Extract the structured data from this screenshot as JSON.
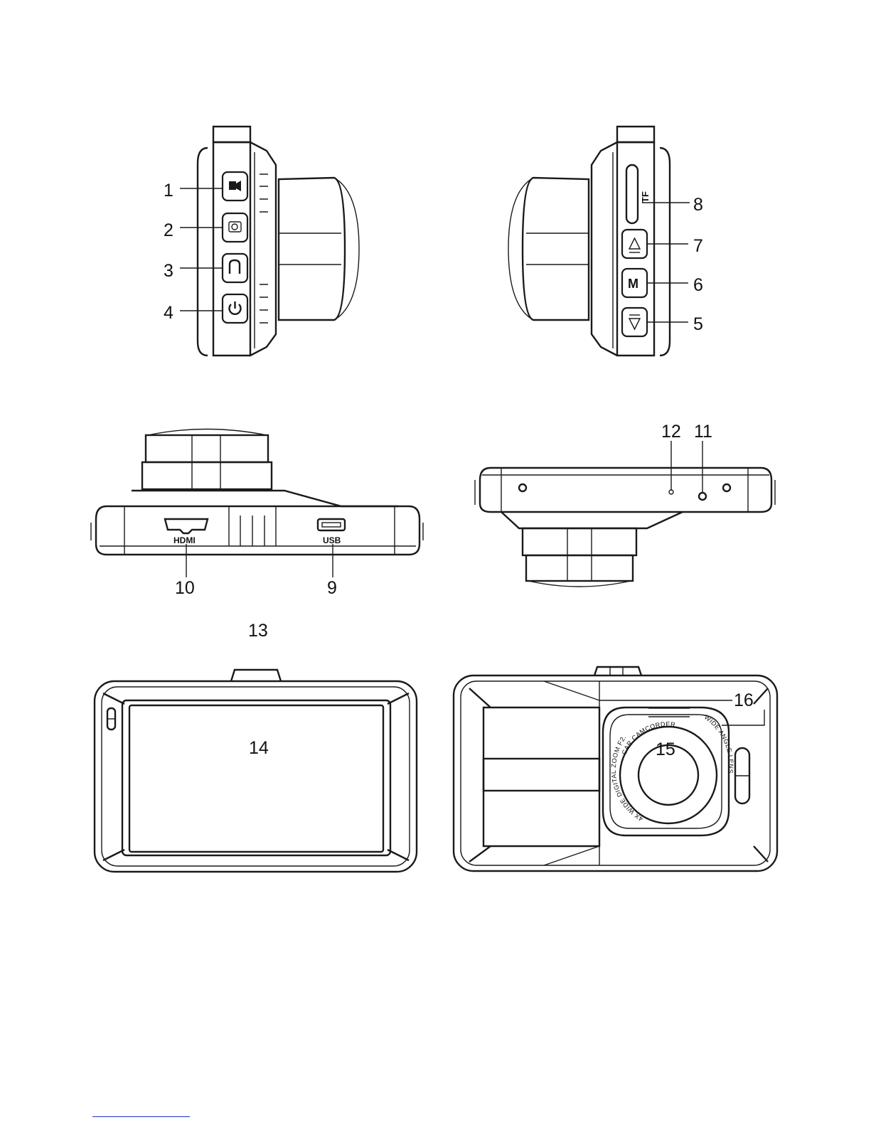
{
  "callouts": {
    "n1": "1",
    "n2": "2",
    "n3": "3",
    "n4": "4",
    "n5": "5",
    "n6": "6",
    "n7": "7",
    "n8": "8",
    "n9": "9",
    "n10": "10",
    "n11": "11",
    "n12": "12",
    "n13": "13",
    "n14": "14",
    "n15": "15",
    "n16": "16"
  },
  "device_labels": {
    "mode_button": "M",
    "card_slot": "TF",
    "hdmi_port": "HDMI",
    "usb_port": "USB"
  },
  "lens_ring": {
    "top": "CAR CAMCORDER",
    "right": "WIDE ANGLE LENS",
    "bottom": "4X WIDE DIGITAL ZOOM F2.0 f=2.78"
  },
  "icons": [
    "record-icon",
    "camera-icon",
    "lock-icon",
    "power-icon",
    "up-arrow-icon",
    "down-arrow-icon"
  ],
  "colors": {
    "line": "#1a1a1a",
    "link_underline": "#1a33cc"
  }
}
